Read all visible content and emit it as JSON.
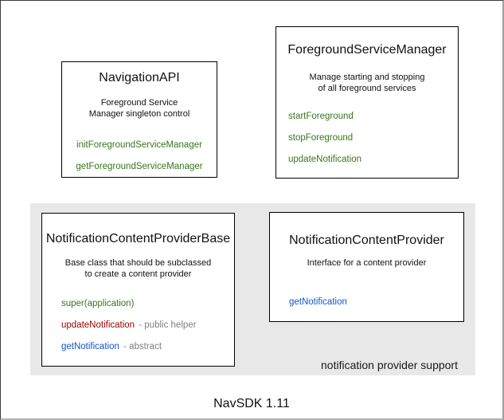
{
  "caption": "NavSDK 1.11",
  "group": {
    "label": "notification provider support"
  },
  "classes": [
    {
      "name": "NavigationAPI",
      "description": [
        "Foreground Service",
        "Manager singleton control"
      ],
      "methods": [
        {
          "label": "initForegroundServiceManager",
          "color": "green"
        },
        {
          "label": "getForegroundServiceManager",
          "color": "green"
        }
      ]
    },
    {
      "name": "ForegroundServiceManager",
      "description": [
        "Manage starting and stopping",
        "of all foreground services"
      ],
      "methods": [
        {
          "label": "startForeground",
          "color": "green"
        },
        {
          "label": "stopForeground",
          "color": "green"
        },
        {
          "label": "updateNotification",
          "color": "green"
        }
      ]
    },
    {
      "name": "NotificationContentProviderBase",
      "description": [
        "Base class that should be subclassed",
        "to create a content provider"
      ],
      "methods": [
        {
          "label": "super(application)",
          "color": "green"
        },
        {
          "label": "updateNotification",
          "color": "red",
          "annotation": "- public helper"
        },
        {
          "label": "getNotification",
          "color": "blue",
          "annotation": "- abstract"
        }
      ]
    },
    {
      "name": "NotificationContentProvider",
      "description": [
        "Interface for a content provider"
      ],
      "methods": [
        {
          "label": "getNotification",
          "color": "blue"
        }
      ]
    }
  ],
  "colors": {
    "method_green": "#38761d",
    "method_red": "#990000",
    "method_blue": "#1155cc",
    "annotation_gray": "#808080",
    "group_background": "#e8e8e8"
  }
}
